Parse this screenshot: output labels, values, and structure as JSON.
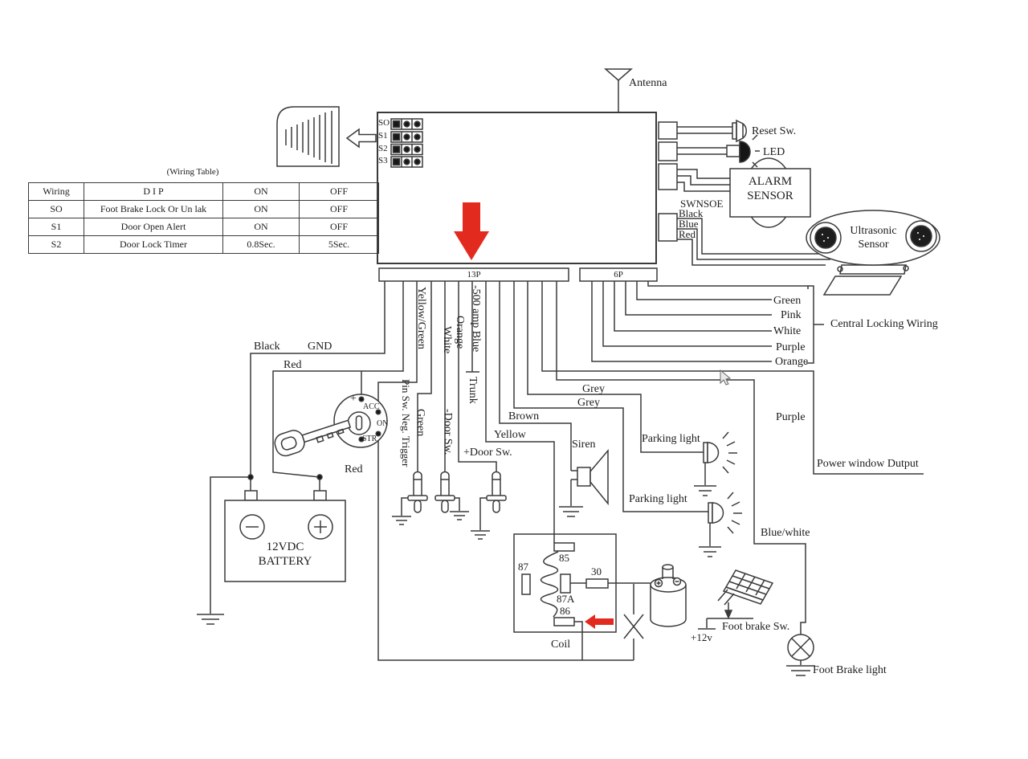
{
  "colors": {
    "line": "#3a3a3a",
    "annotation_red": "#e22b1e"
  },
  "wiring_table": {
    "caption": "(Wiring Table)",
    "headers": [
      "Wiring",
      "D I P",
      "ON",
      "OFF"
    ],
    "rows": [
      [
        "SO",
        "Foot Brake Lock Or Un lak",
        "ON",
        "OFF"
      ],
      [
        "S1",
        "Door Open Alert",
        "ON",
        "OFF"
      ],
      [
        "S2",
        "Door Lock Timer",
        "0.8Sec.",
        "5Sec."
      ]
    ]
  },
  "main_unit": {
    "dip": [
      "SO",
      "S1",
      "S2",
      "S3"
    ],
    "connectors": {
      "p13": "13P",
      "p6": "6P"
    }
  },
  "labels": {
    "antenna": "Antenna",
    "reset_sw": "Reset Sw.",
    "led": "LED",
    "alarm_sensor": "ALARM\nSENSOR",
    "swnsoe": "SWNSOE",
    "sensor_black": "Black",
    "sensor_blue": "Blue",
    "sensor_red": "Red",
    "ultrasonic": "Ultrasonic\nSensor",
    "black": "Black",
    "gnd": "GND",
    "red_ignition": "Red",
    "red_battery": "Red",
    "battery": "12VDC\nBATTERY",
    "ign_plus": "+",
    "ign_acc": "ACC",
    "ign_on": "ON",
    "ign_str": "STR",
    "yellow_green": "Yellow/Green",
    "pin_sw_neg_trigger": "Pin Sw. Neg. Trigger",
    "green": "Green",
    "white": "White",
    "door_sw_neg": "-Door Sw.",
    "orange": "Orange",
    "trunk": "Trunk",
    "blue_500": "-500 amp Blue",
    "door_sw_pos": "+Door Sw.",
    "yellow": "Yellow",
    "brown": "Brown",
    "grey_1": "Grey",
    "grey_2": "Grey",
    "siren": "Siren",
    "parking_light_1": "Parking light",
    "parking_light_2": "Parking light",
    "cl_green": "Green",
    "cl_pink": "Pink",
    "cl_white": "White",
    "cl_purple": "Purple",
    "cl_orange": "Orange",
    "central_locking": "Central Locking Wiring",
    "purple": "Purple",
    "power_window": "Power window Dutput",
    "blue_white": "Blue/white",
    "plus_12v": "+12v",
    "foot_brake_sw": "Foot brake Sw.",
    "foot_brake_light": "Foot Brake light",
    "relay_85": "85",
    "relay_87": "87",
    "relay_87a": "87A",
    "relay_86": "86",
    "relay_30": "30",
    "coil": "Coil"
  }
}
